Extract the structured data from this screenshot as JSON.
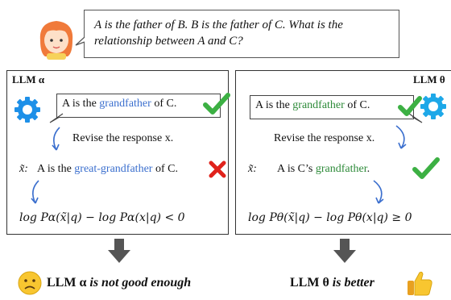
{
  "question": "A is the father of B. B is the father of C. What is the relationship between A and C?",
  "left": {
    "title": "LLM α",
    "bubble_prefix": "A is the ",
    "bubble_highlight": "grandfather",
    "bubble_suffix": " of C.",
    "revise": "Revise the response x.",
    "revised_label": "x̃:",
    "revised_prefix": "A is the ",
    "revised_highlight": "great-grandfather",
    "revised_suffix": " of C.",
    "formula": "log Pα(x̃|q) − log Pα(x|q) < 0",
    "verdict_prefix": "LLM α",
    "verdict_suffix": " is not good enough"
  },
  "right": {
    "title": "LLM θ",
    "bubble_prefix": "A is the ",
    "bubble_highlight": "grandfather",
    "bubble_suffix": " of C.",
    "revise": "Revise the response x.",
    "revised_label": "x̃:",
    "revised_prefix": "A is  C’s ",
    "revised_highlight": "grandfather",
    "revised_suffix": ".",
    "formula": "log Pθ(x̃|q) − log Pθ(x|q) ≥ 0",
    "verdict_prefix": "LLM θ",
    "verdict_suffix": " is better"
  },
  "colors": {
    "highlight_left": "#3b6fce",
    "highlight_right": "#2e8b3a",
    "check": "#3cb043",
    "cross": "#e0221b",
    "gear": "#1e90e8"
  },
  "icons": [
    "girl-avatar",
    "gear-icon",
    "check-icon",
    "cross-icon",
    "sad-face-icon",
    "thumbs-up-icon",
    "down-arrow-icon"
  ]
}
